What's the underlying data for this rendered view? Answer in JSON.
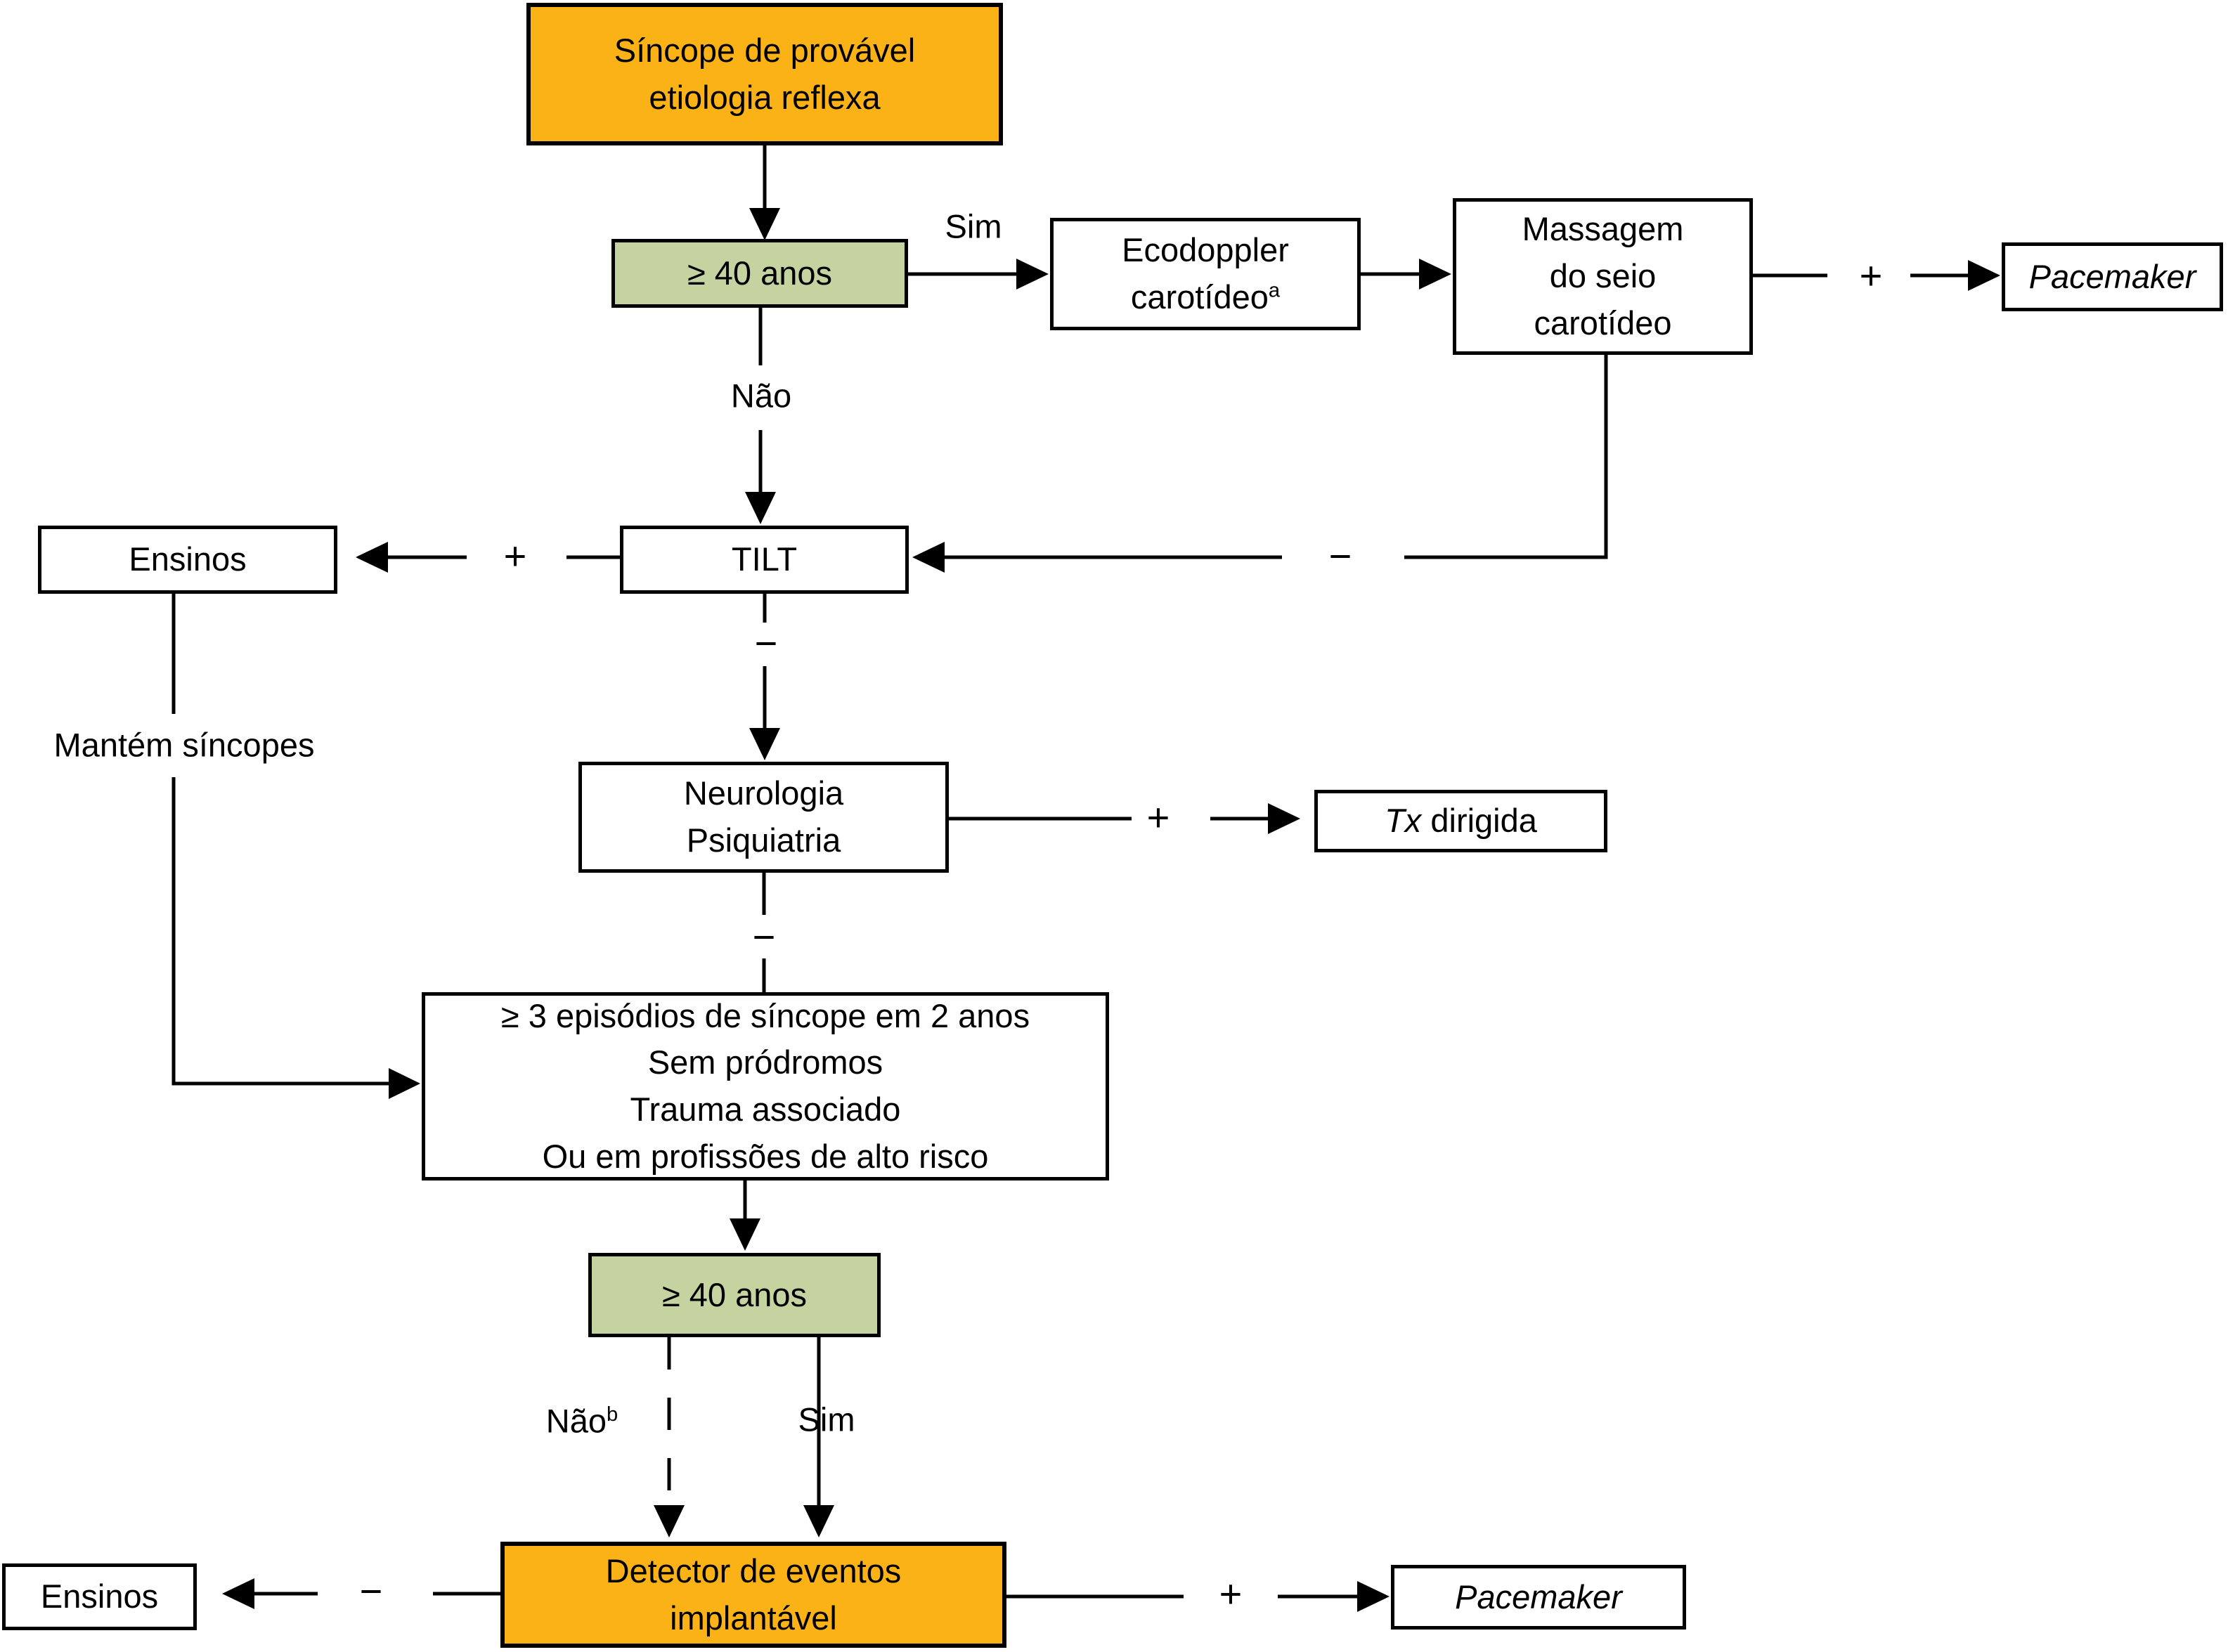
{
  "diagram": {
    "title_note": "",
    "colors": {
      "orange": "#FBB217",
      "green": "#C4D3A0",
      "line": "#000000",
      "border": "#000000",
      "background": "#FFFFFF"
    },
    "boxes": {
      "sincope": {
        "line1": "Síncope de provável",
        "line2": "etiologia reflexa"
      },
      "age40_top": {
        "text": "≥ 40 anos"
      },
      "ecodoppler": {
        "line1": "Ecodoppler",
        "line2": "carotídeo",
        "footnote": "a"
      },
      "massagem": {
        "line1": "Massagem",
        "line2": "do seio",
        "line3": "carotídeo"
      },
      "pacemaker_top": {
        "text": "Pacemaker"
      },
      "ensinos_left": {
        "text": "Ensinos"
      },
      "tilt": {
        "text": "TILT"
      },
      "neurologia": {
        "line1": "Neurologia",
        "line2": "Psiquiatria"
      },
      "tx": {
        "italic": "Tx",
        "rest": " dirigida"
      },
      "criteria": {
        "line1": "≥ 3 episódios de síncope em 2 anos",
        "line2": "Sem pródromos",
        "line3": "Trauma associado",
        "line4": "Ou em profissões de alto risco"
      },
      "age40_bottom": {
        "text": "≥ 40 anos"
      },
      "detector": {
        "line1": "Detector de eventos",
        "line2": "implantável"
      },
      "ensinos_bottom": {
        "text": "Ensinos"
      },
      "pacemaker_bottom": {
        "text": "Pacemaker"
      }
    },
    "labels": {
      "sim_top": "Sim",
      "nao_top": "Não",
      "plus_carotid": "+",
      "minus_massagem": "−",
      "plus_tilt": "+",
      "minus_tilt": "−",
      "plus_neurologia": "+",
      "minus_neurologia": "−",
      "mantem": "Mantém síncopes",
      "nao_bottom": "Não",
      "nao_bottom_footnote": "b",
      "sim_bottom": "Sim",
      "minus_detector": "−",
      "plus_detector": "+"
    }
  }
}
